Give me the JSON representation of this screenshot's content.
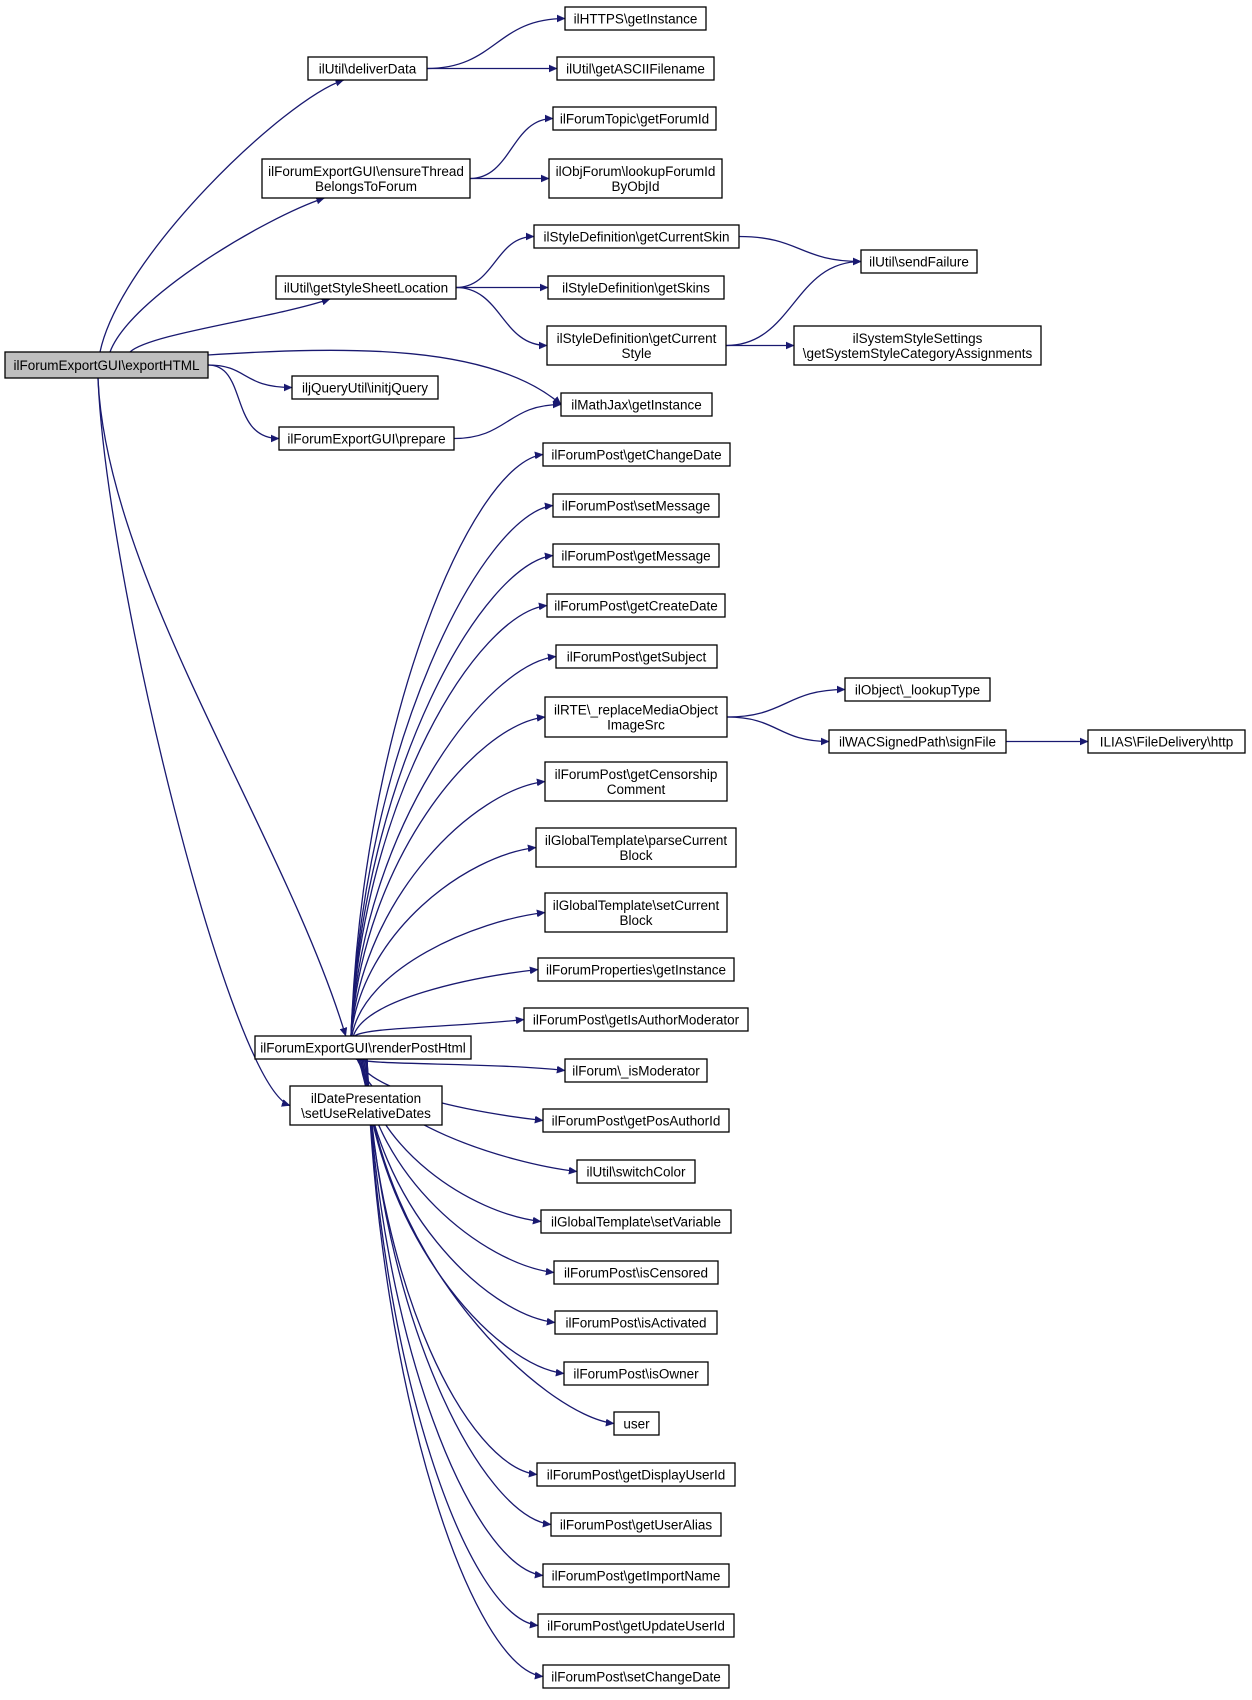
{
  "colors": {
    "edge": "#191970",
    "node_fill": "#ffffff",
    "root_fill": "#bfbfbf",
    "node_border": "#000000"
  },
  "nodes": [
    {
      "id": "exportHTML",
      "lines": [
        "ilForumExportGUI\\exportHTML"
      ],
      "root": true
    },
    {
      "id": "deliverData",
      "lines": [
        "ilUtil\\deliverData"
      ]
    },
    {
      "id": "httpsGetInstance",
      "lines": [
        "ilHTTPS\\getInstance"
      ]
    },
    {
      "id": "getASCIIFilename",
      "lines": [
        "ilUtil\\getASCIIFilename"
      ]
    },
    {
      "id": "ensureThread",
      "lines": [
        "ilForumExportGUI\\ensureThread",
        "BelongsToForum"
      ]
    },
    {
      "id": "getForumId",
      "lines": [
        "ilForumTopic\\getForumId"
      ]
    },
    {
      "id": "lookupForumId",
      "lines": [
        "ilObjForum\\lookupForumId",
        "ByObjId"
      ]
    },
    {
      "id": "getStyleSheetLocation",
      "lines": [
        "ilUtil\\getStyleSheetLocation"
      ]
    },
    {
      "id": "getCurrentSkin",
      "lines": [
        "ilStyleDefinition\\getCurrentSkin"
      ]
    },
    {
      "id": "sendFailure",
      "lines": [
        "ilUtil\\sendFailure"
      ]
    },
    {
      "id": "getSkins",
      "lines": [
        "ilStyleDefinition\\getSkins"
      ]
    },
    {
      "id": "getCurrentStyle",
      "lines": [
        "ilStyleDefinition\\getCurrent",
        "Style"
      ]
    },
    {
      "id": "sysStyle",
      "lines": [
        "ilSystemStyleSettings",
        "\\getSystemStyleCategoryAssignments"
      ]
    },
    {
      "id": "initjQuery",
      "lines": [
        "iljQueryUtil\\initjQuery"
      ]
    },
    {
      "id": "mathJax",
      "lines": [
        "ilMathJax\\getInstance"
      ]
    },
    {
      "id": "prepare",
      "lines": [
        "ilForumExportGUI\\prepare"
      ]
    },
    {
      "id": "getChangeDate",
      "lines": [
        "ilForumPost\\getChangeDate"
      ]
    },
    {
      "id": "setMessage",
      "lines": [
        "ilForumPost\\setMessage"
      ]
    },
    {
      "id": "getMessage",
      "lines": [
        "ilForumPost\\getMessage"
      ]
    },
    {
      "id": "getCreateDate",
      "lines": [
        "ilForumPost\\getCreateDate"
      ]
    },
    {
      "id": "getSubject",
      "lines": [
        "ilForumPost\\getSubject"
      ]
    },
    {
      "id": "replaceMedia",
      "lines": [
        "ilRTE\\_replaceMediaObject",
        "ImageSrc"
      ]
    },
    {
      "id": "lookupType",
      "lines": [
        "ilObject\\_lookupType"
      ]
    },
    {
      "id": "signFile",
      "lines": [
        "ilWACSignedPath\\signFile"
      ]
    },
    {
      "id": "fileDelivery",
      "lines": [
        "ILIAS\\FileDelivery\\http"
      ]
    },
    {
      "id": "censorship",
      "lines": [
        "ilForumPost\\getCensorship",
        "Comment"
      ]
    },
    {
      "id": "parseBlock",
      "lines": [
        "ilGlobalTemplate\\parseCurrent",
        "Block"
      ]
    },
    {
      "id": "setBlock",
      "lines": [
        "ilGlobalTemplate\\setCurrent",
        "Block"
      ]
    },
    {
      "id": "forumProps",
      "lines": [
        "ilForumProperties\\getInstance"
      ]
    },
    {
      "id": "isAuthorMod",
      "lines": [
        "ilForumPost\\getIsAuthorModerator"
      ]
    },
    {
      "id": "isModerator",
      "lines": [
        "ilForum\\_isModerator"
      ]
    },
    {
      "id": "posAuthorId",
      "lines": [
        "ilForumPost\\getPosAuthorId"
      ]
    },
    {
      "id": "switchColor",
      "lines": [
        "ilUtil\\switchColor"
      ]
    },
    {
      "id": "setVariable",
      "lines": [
        "ilGlobalTemplate\\setVariable"
      ]
    },
    {
      "id": "isCensored",
      "lines": [
        "ilForumPost\\isCensored"
      ]
    },
    {
      "id": "isActivated",
      "lines": [
        "ilForumPost\\isActivated"
      ]
    },
    {
      "id": "isOwner",
      "lines": [
        "ilForumPost\\isOwner"
      ]
    },
    {
      "id": "user",
      "lines": [
        "user"
      ]
    },
    {
      "id": "displayUserId",
      "lines": [
        "ilForumPost\\getDisplayUserId"
      ]
    },
    {
      "id": "userAlias",
      "lines": [
        "ilForumPost\\getUserAlias"
      ]
    },
    {
      "id": "importName",
      "lines": [
        "ilForumPost\\getImportName"
      ]
    },
    {
      "id": "updateUserId",
      "lines": [
        "ilForumPost\\getUpdateUserId"
      ]
    },
    {
      "id": "setChangeDate",
      "lines": [
        "ilForumPost\\setChangeDate"
      ]
    },
    {
      "id": "renderPostHtml",
      "lines": [
        "ilForumExportGUI\\renderPostHtml"
      ]
    },
    {
      "id": "relDates",
      "lines": [
        "ilDatePresentation",
        "\\setUseRelativeDates"
      ]
    }
  ],
  "edges": [
    {
      "from": "exportHTML",
      "to": "deliverData"
    },
    {
      "from": "exportHTML",
      "to": "ensureThread"
    },
    {
      "from": "exportHTML",
      "to": "getStyleSheetLocation"
    },
    {
      "from": "exportHTML",
      "to": "initjQuery"
    },
    {
      "from": "exportHTML",
      "to": "mathJax"
    },
    {
      "from": "exportHTML",
      "to": "prepare"
    },
    {
      "from": "exportHTML",
      "to": "renderPostHtml"
    },
    {
      "from": "exportHTML",
      "to": "relDates"
    },
    {
      "from": "deliverData",
      "to": "httpsGetInstance"
    },
    {
      "from": "deliverData",
      "to": "getASCIIFilename"
    },
    {
      "from": "ensureThread",
      "to": "getForumId"
    },
    {
      "from": "ensureThread",
      "to": "lookupForumId"
    },
    {
      "from": "getStyleSheetLocation",
      "to": "getCurrentSkin"
    },
    {
      "from": "getStyleSheetLocation",
      "to": "getSkins"
    },
    {
      "from": "getStyleSheetLocation",
      "to": "getCurrentStyle"
    },
    {
      "from": "getCurrentSkin",
      "to": "sendFailure"
    },
    {
      "from": "getCurrentStyle",
      "to": "sendFailure"
    },
    {
      "from": "getCurrentStyle",
      "to": "sysStyle"
    },
    {
      "from": "prepare",
      "to": "mathJax"
    },
    {
      "from": "replaceMedia",
      "to": "lookupType"
    },
    {
      "from": "replaceMedia",
      "to": "signFile"
    },
    {
      "from": "signFile",
      "to": "fileDelivery"
    },
    {
      "from": "renderPostHtml",
      "to": "getChangeDate"
    },
    {
      "from": "renderPostHtml",
      "to": "setMessage"
    },
    {
      "from": "renderPostHtml",
      "to": "getMessage"
    },
    {
      "from": "renderPostHtml",
      "to": "getCreateDate"
    },
    {
      "from": "renderPostHtml",
      "to": "getSubject"
    },
    {
      "from": "renderPostHtml",
      "to": "replaceMedia"
    },
    {
      "from": "renderPostHtml",
      "to": "censorship"
    },
    {
      "from": "renderPostHtml",
      "to": "parseBlock"
    },
    {
      "from": "renderPostHtml",
      "to": "setBlock"
    },
    {
      "from": "renderPostHtml",
      "to": "forumProps"
    },
    {
      "from": "renderPostHtml",
      "to": "isAuthorMod"
    },
    {
      "from": "renderPostHtml",
      "to": "isModerator"
    },
    {
      "from": "renderPostHtml",
      "to": "posAuthorId"
    },
    {
      "from": "renderPostHtml",
      "to": "switchColor"
    },
    {
      "from": "renderPostHtml",
      "to": "setVariable"
    },
    {
      "from": "renderPostHtml",
      "to": "isCensored"
    },
    {
      "from": "renderPostHtml",
      "to": "isActivated"
    },
    {
      "from": "renderPostHtml",
      "to": "isOwner"
    },
    {
      "from": "renderPostHtml",
      "to": "user"
    },
    {
      "from": "renderPostHtml",
      "to": "displayUserId"
    },
    {
      "from": "renderPostHtml",
      "to": "userAlias"
    },
    {
      "from": "renderPostHtml",
      "to": "importName"
    },
    {
      "from": "renderPostHtml",
      "to": "updateUserId"
    },
    {
      "from": "renderPostHtml",
      "to": "setChangeDate"
    }
  ]
}
